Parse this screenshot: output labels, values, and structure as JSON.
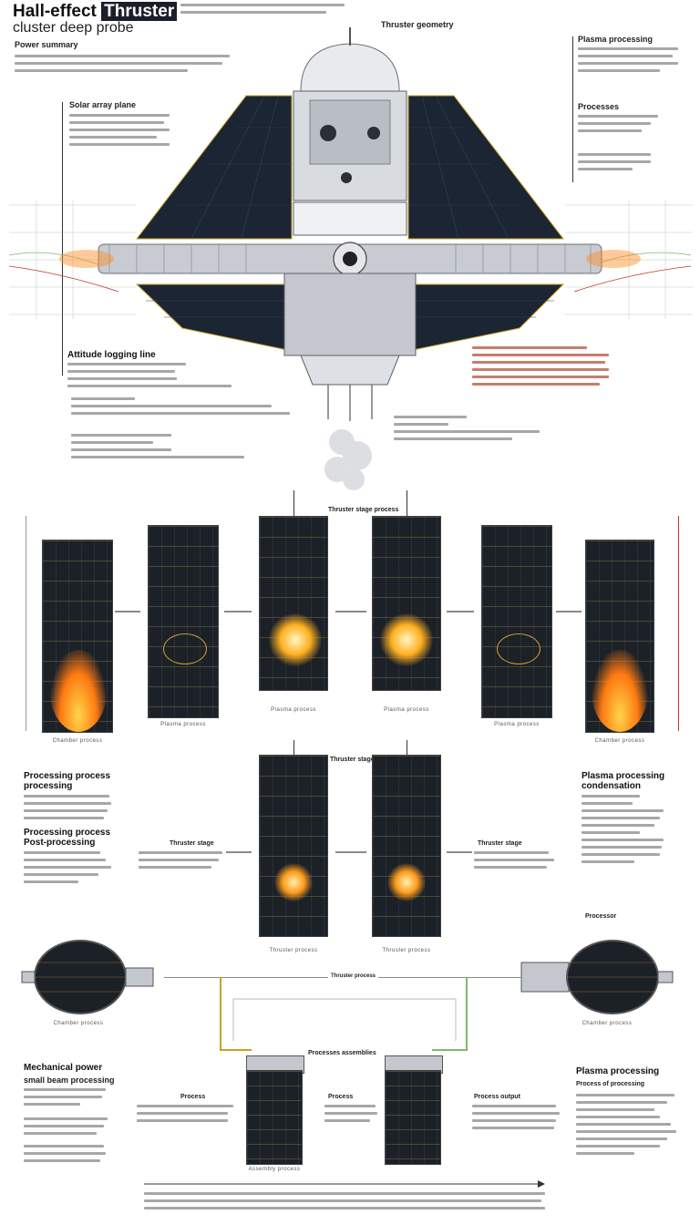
{
  "header": {
    "title_line1_a": "Hall-effect ",
    "title_line1_b": "Thruster",
    "title_line2": "cluster deep probe",
    "intro_heading": "Power summary",
    "top_center_label": "Thruster geometry"
  },
  "top_left_section": {
    "heading": "Solar array plane"
  },
  "top_right_section": {
    "heading": "Plasma processing",
    "subheading": "Processes"
  },
  "mid_left_section": {
    "heading": "Attitude logging line"
  },
  "row1": {
    "center_label": "Thruster stage process",
    "captions": [
      "Chamber process",
      "Plasma process",
      "Plasma process"
    ]
  },
  "row2": {
    "top_label": "Thruster stage",
    "left_heading_1": "Processing process processing",
    "left_heading_2": "Processing process Post-processing",
    "mid_left_label": "Thruster stage",
    "mid_right_label": "Thruster stage",
    "right_heading": "Plasma processing condensation",
    "captions": [
      "Thruster process",
      "Thruster process"
    ]
  },
  "row3": {
    "right_label": "Processor",
    "center_label": "Thruster process",
    "captions": [
      "Chamber process",
      "Chamber process"
    ]
  },
  "row4": {
    "center_label": "Processes assemblies",
    "left_heading_1": "Mechanical power",
    "left_heading_2": "small beam processing",
    "mid_left_label": "Process",
    "mid_right_label": "Process",
    "right_mid_label": "Process output",
    "right_heading": "Plasma processing",
    "right_subheading": "Process of processing",
    "caption": "Assembly process"
  },
  "icons": {
    "probe": "spacecraft-probe-illustration",
    "plume": "plasma-plume-icon",
    "exhaust": "exhaust-cloud-icon"
  },
  "colors": {
    "panel_dark": "#1c2128",
    "accent_gold": "#c9a227",
    "plasma_orange": "#ff8a1f",
    "axis_green": "#7fb86a",
    "axis_red": "#c0392b"
  }
}
